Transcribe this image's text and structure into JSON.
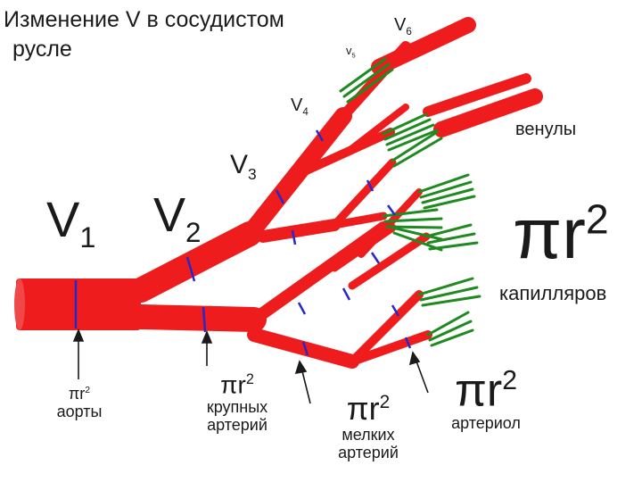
{
  "title": {
    "line1": "Изменение V в сосудистом",
    "line2": "русле"
  },
  "velocity_labels": {
    "v1": {
      "main": "V",
      "sub": "1"
    },
    "v2": {
      "main": "V",
      "sub": "2"
    },
    "v3": {
      "main": "V",
      "sub": "3"
    },
    "v4": {
      "main": "V",
      "sub": "4"
    },
    "v5": {
      "main": "v",
      "sub": "5"
    },
    "v6": {
      "main": "V",
      "sub": "6"
    }
  },
  "area_labels": {
    "aorta": {
      "formula": "πr",
      "exp": "2",
      "caption": "аорты"
    },
    "large_arteries": {
      "formula": "πr",
      "exp": "2",
      "caption_line1": "крупных",
      "caption_line2": "артерий"
    },
    "small_arteries": {
      "formula": "πr",
      "exp": "2",
      "caption_line1": "мелких",
      "caption_line2": "артерий"
    },
    "arterioles": {
      "formula": "πr",
      "exp": "2",
      "caption": "артериол"
    },
    "capillaries": {
      "formula": "πr",
      "exp": "2",
      "caption": "капилляров"
    }
  },
  "venules_label": "венулы",
  "colors": {
    "vessel": "#ee1c1c",
    "capillary": "#1f8a1f",
    "marker": "#2828c8",
    "arrow": "#1a1a1a"
  }
}
